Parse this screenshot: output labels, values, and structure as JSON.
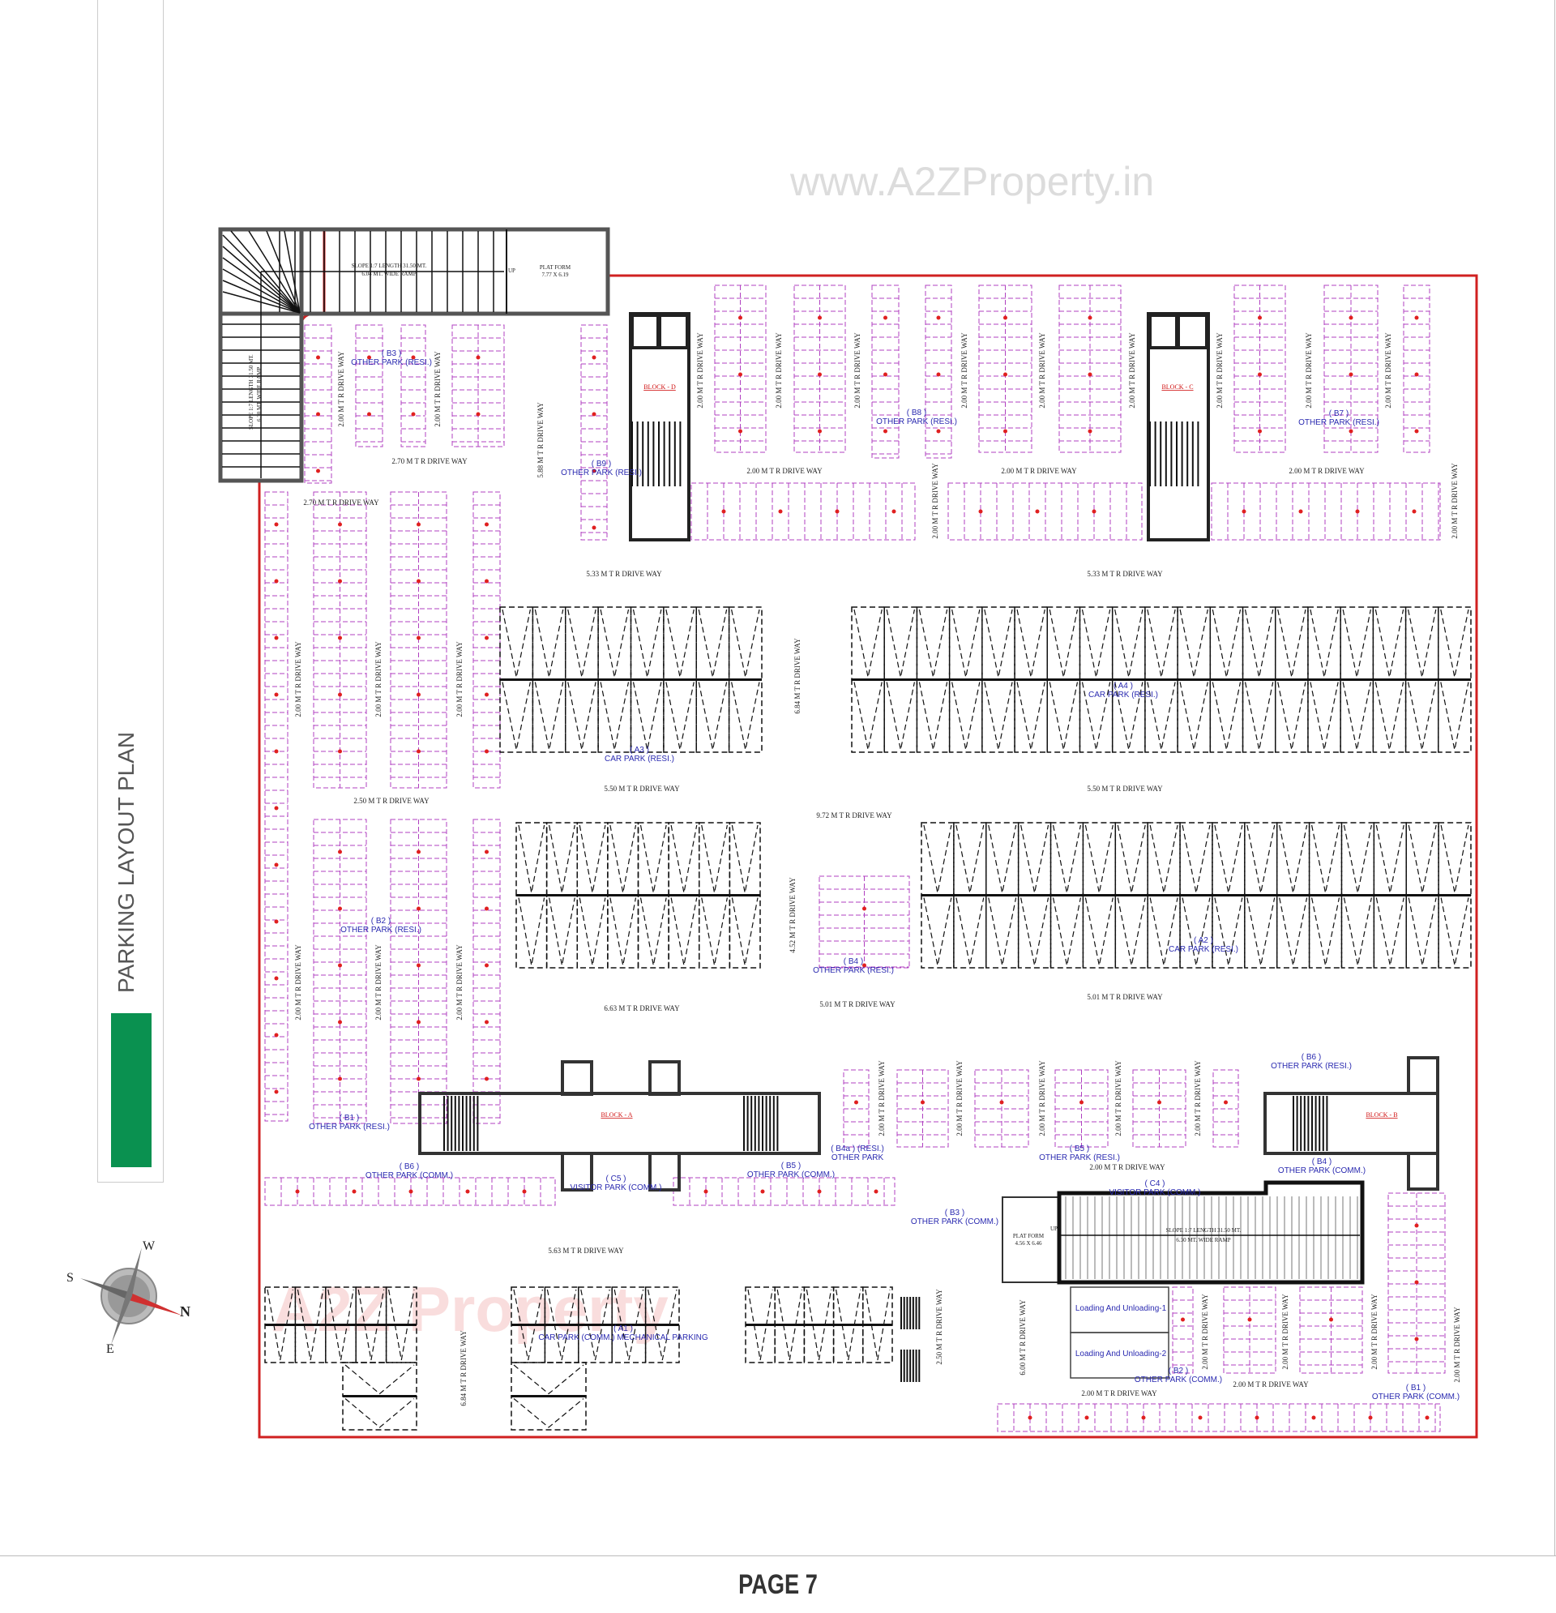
{
  "title": "PARKING LAYOUT PLAN",
  "page_label": "PAGE 7",
  "watermark": "www.A2ZProperty.in",
  "logo_watermark": "A2Z Property",
  "colors": {
    "accent_green": "#0a9150",
    "boundary_red": "#d02020",
    "parking_pink": "#b040c0",
    "label_blue": "#2a2ab0"
  },
  "compass": {
    "north": "N",
    "south": "S",
    "east": "E",
    "west": "W"
  },
  "ramps": {
    "top_platform": "PLAT FORM",
    "top_platform_size": "7.77 X 6.19",
    "top_ramp_line1": "SLOPE 1:7  LENGTH 31.50 MT.",
    "top_ramp_line2": "6.04 MT. WIDE RAMP",
    "left_ramp_line1": "SLOPE 1:7  LENGTH 31.50 MT.",
    "left_ramp_line2": "6.30 MT. WIDE RAMP",
    "bottom_platform": "PLAT FORM",
    "bottom_platform_size": "4.56 X 6.46",
    "bottom_ramp_line1": "SLOPE 1:7  LENGTH 31.50 MT.",
    "bottom_ramp_line2": "6.30 MT. WIDE RAMP",
    "up": "UP"
  },
  "blocks": [
    "BLOCK - D",
    "BLOCK - C",
    "BLOCK - A",
    "BLOCK - B"
  ],
  "driveways": [
    "2.70  M T R DRIVE WAY",
    "2.70  M T R DRIVE WAY",
    "2.00  M T R DRIVE WAY",
    "2.00  M T R DRIVE WAY",
    "2.00  M T R DRIVE WAY",
    "5.33  M T R DRIVE WAY",
    "5.33  M T R DRIVE WAY",
    "5.50  M T R DRIVE WAY",
    "5.50  M T R DRIVE WAY",
    "2.50  M T R DRIVE WAY",
    "9.72  M T R DRIVE WAY",
    "6.63  M T R DRIVE WAY",
    "5.01  M T R DRIVE WAY",
    "5.01  M T R DRIVE WAY",
    "2.00  M T R DRIVE WAY",
    "5.63  M T R DRIVE WAY",
    "2.00  M T R DRIVE WAY",
    "2.00  M T R DRIVE WAY"
  ],
  "vertical_driveways": [
    "2.00  M T R DRIVE WAY",
    "2.00  M T R DRIVE WAY",
    "5.88  M T R DRIVE WAY",
    "2.00  M T R DRIVE WAY",
    "2.00  M T R DRIVE WAY",
    "2.00  M T R DRIVE WAY",
    "2.00  M T R DRIVE WAY",
    "2.00  M T R DRIVE WAY",
    "2.00  M T R DRIVE WAY",
    "2.00  M T R DRIVE WAY",
    "2.00  M T R DRIVE WAY",
    "2.00  M T R DRIVE WAY",
    "2.00  M T R DRIVE WAY",
    "2.00  M T R DRIVE WAY",
    "6.84  M T R DRIVE WAY",
    "2.00  M T R DRIVE WAY",
    "2.00  M T R DRIVE WAY",
    "2.00  M T R DRIVE WAY",
    "4.52  M T R DRIVE WAY",
    "2.00  M T R DRIVE WAY",
    "2.00  M T R DRIVE WAY",
    "2.00  M T R DRIVE WAY",
    "2.00  M T R DRIVE WAY",
    "2.00  M T R DRIVE WAY",
    "2.00  M T R DRIVE WAY",
    "2.00  M T R DRIVE WAY",
    "2.00  M T R DRIVE WAY",
    "2.50  M T R DRIVE WAY",
    "6.00  M T R DRIVE WAY",
    "2.00  M T R DRIVE WAY",
    "2.00  M T R DRIVE WAY",
    "2.00  M T R DRIVE WAY",
    "2.00  M T R DRIVE WAY",
    "6.84  M T R DRIVE WAY"
  ],
  "parking_zones": [
    {
      "code": "( B3 )",
      "label": "OTHER  PARK  (RESI.)"
    },
    {
      "code": "( B9 )",
      "label": "OTHER  PARK  (RESI.)"
    },
    {
      "code": "( B8 )",
      "label": "OTHER  PARK  (RESI.)"
    },
    {
      "code": "( B7 )",
      "label": "OTHER  PARK  (RESI.)"
    },
    {
      "code": "( A3 )",
      "label": "CAR PARK  (RESI.)"
    },
    {
      "code": "( A4 )",
      "label": "CAR PARK  (RESI.)"
    },
    {
      "code": "( A2 )",
      "label": "CAR PARK  (RESI.)"
    },
    {
      "code": "( B4 )",
      "label": "OTHER  PARK  (RESI.)"
    },
    {
      "code": "( B2 )",
      "label": "OTHER  PARK  (RESI.)"
    },
    {
      "code": "( B1 )",
      "label": "OTHER  PARK  (RESI.)"
    },
    {
      "code": "( B6 )",
      "label": "OTHER  PARK  (COMM.)"
    },
    {
      "code": "( C5 )",
      "label": "VISITOR  PARK  (COMM.)"
    },
    {
      "code": "( B5 )",
      "label": "OTHER  PARK  (COMM.)"
    },
    {
      "code": "( B4a ) (RESI.)",
      "label": "OTHER  PARK"
    },
    {
      "code": "( B5 )",
      "label": "OTHER  PARK  (RESI.)"
    },
    {
      "code": "( B6 )",
      "label": "OTHER  PARK  (RESI.)"
    },
    {
      "code": "( B4 )",
      "label": "OTHER  PARK  (COMM.)"
    },
    {
      "code": "( C4 )",
      "label": "VISITOR  PARK  (COMM.)"
    },
    {
      "code": "( B3 )",
      "label": "OTHER  PARK  (COMM.)"
    },
    {
      "code": "( A1 )",
      "label": "CAR PARK (COMM.) MECHANICAL PARKING"
    },
    {
      "code": "( B2 )",
      "label": "OTHER  PARK  (COMM.)"
    },
    {
      "code": "( B1 )",
      "label": "OTHER  PARK  (COMM.)"
    }
  ],
  "loading_bays": [
    "Loading And Unloading-1",
    "Loading And Unloading-2"
  ]
}
